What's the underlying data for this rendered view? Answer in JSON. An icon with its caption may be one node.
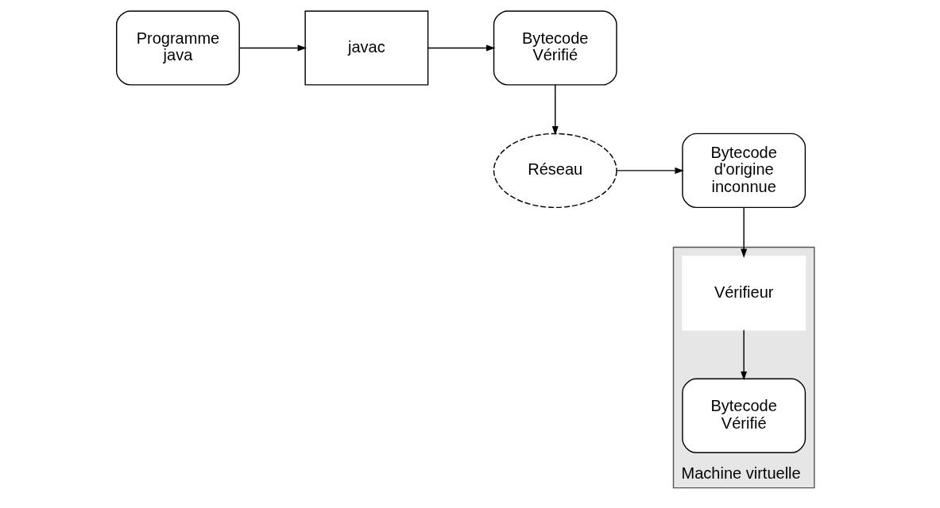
{
  "diagram": {
    "nodes": [
      {
        "text": [
          "Programme java"
        ]
      },
      {
        "text": [
          "javac"
        ]
      },
      {
        "text": [
          "Bytecode Vérifié"
        ]
      },
      {
        "text": [
          "Machine virtuelle"
        ]
      },
      {
        "text": [
          "Vérifieur"
        ],
        "in": 3
      },
      {
        "text": [
          "Bytecode Vérifié"
        ],
        "in": 3
      },
      {
        "text": [
          "Bytecode d'origine inconnue"
        ]
      },
      {
        "text": [
          "Réseau"
        ]
      }
    ],
    "edges": [
      {
        "from": 0,
        "to": 1,
        "arrow": "to"
      },
      {
        "from": 1,
        "to": 2,
        "arrow": "to"
      },
      {
        "from": 2,
        "to": 7,
        "arrow": "to"
      },
      {
        "from": 7,
        "to": 6,
        "arrow": "to"
      },
      {
        "from": 6,
        "to": 4,
        "arrow": "to"
      },
      {
        "from": 4,
        "to": 5,
        "arrow": "to"
      }
    ]
  }
}
